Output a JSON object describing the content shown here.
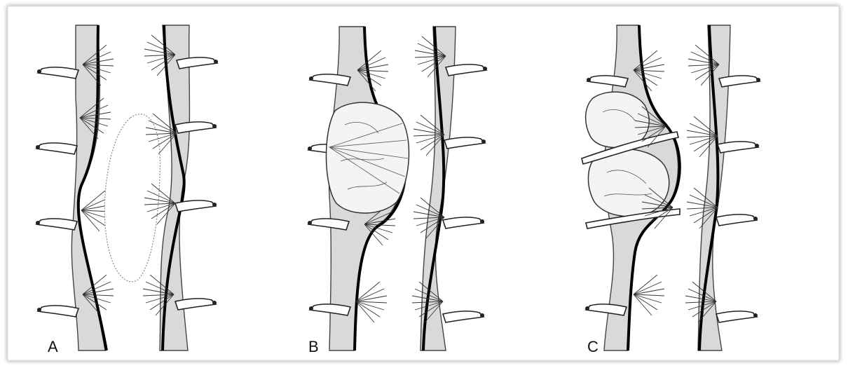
{
  "figure": {
    "panels": [
      {
        "id": "A",
        "label": "A"
      },
      {
        "id": "B",
        "label": "B"
      },
      {
        "id": "C",
        "label": "C"
      }
    ]
  },
  "colors": {
    "background": "#ffffff",
    "frame_border": "#d9d9d9",
    "column_fill": "#d9d9d9",
    "nerve_stroke": "#000000",
    "line_stroke": "#333333"
  }
}
